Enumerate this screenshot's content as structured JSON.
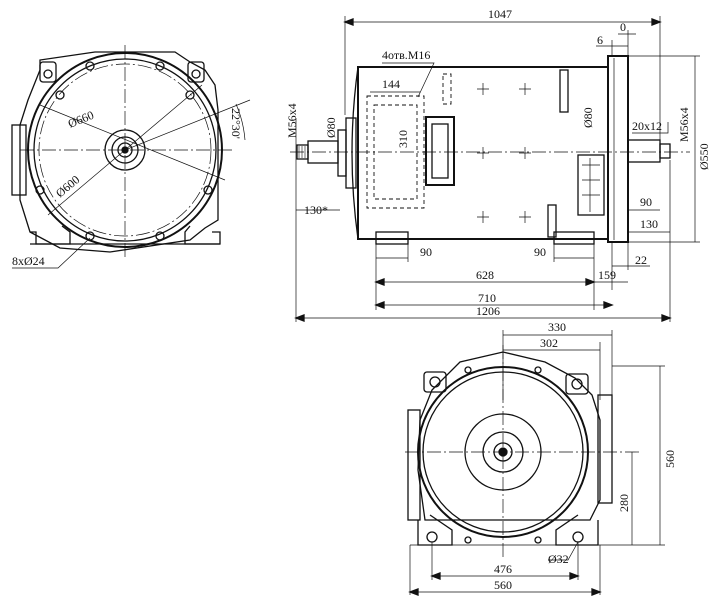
{
  "dimensions": {
    "overall_length": "1047",
    "total_length": "1206",
    "flange_offset_zero": "0",
    "flange_step": "6",
    "holes_m16": "4отв.M16",
    "box_width": "144",
    "box_height": "310",
    "shaft_diameter_left": "Ø80",
    "shaft_diameter_right": "Ø80",
    "thread_left": "M56x4",
    "thread_right": "M56x4",
    "key": "20x12",
    "flange_diameter": "Ø550",
    "shaft_extension_left": "130*",
    "foot_offset_left": "90",
    "foot_offset_right": "90",
    "foot_spacing": "628",
    "length_710": "710",
    "flange_159": "159",
    "flange_22": "22",
    "shaft_90": "90",
    "shaft_130": "130",
    "bolt_circle_660": "Ø660",
    "bolt_circle_600": "Ø600",
    "angle": "22°30'",
    "flange_holes": "8xØ24",
    "width_330": "330",
    "width_302": "302",
    "height_560": "560",
    "axis_height": "280",
    "foot_hole": "Ø32",
    "foot_span": "476",
    "base_width": "560"
  }
}
